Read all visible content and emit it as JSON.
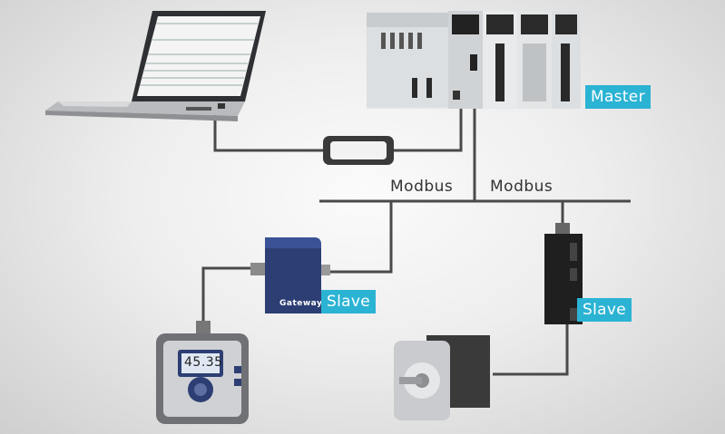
{
  "labels": {
    "master": "Master",
    "modbus_left": "Modbus",
    "modbus_right": "Modbus",
    "slave_gateway": "Slave",
    "slave_drive": "Slave",
    "gateway": "Gateway",
    "meter_value": "45.35"
  },
  "colors": {
    "accent": "#2bb3d4",
    "cable": "#4a4a4a",
    "gateway": "#2c3e73",
    "plc": "#e3e5e7"
  },
  "icons": [
    "laptop-icon",
    "usb-adapter-icon",
    "plc-icon",
    "gateway-icon",
    "meter-icon",
    "servo-drive-icon",
    "stepper-motor-icon"
  ]
}
